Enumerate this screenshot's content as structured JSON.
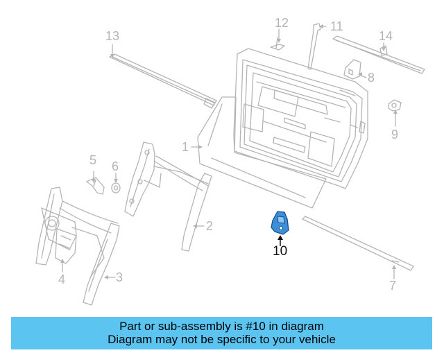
{
  "callouts": {
    "c1": "1",
    "c2": "2",
    "c3": "3",
    "c4": "4",
    "c5": "5",
    "c6": "6",
    "c7": "7",
    "c8": "8",
    "c9": "9",
    "c10": "10",
    "c11": "11",
    "c12": "12",
    "c13": "13",
    "c14": "14"
  },
  "highlighted_part": "10",
  "banner": {
    "line1": "Part or sub-assembly is #10 in diagram",
    "line2": "Diagram may not be specific to your vehicle"
  },
  "colors": {
    "line_art": "#b4b4b4",
    "highlight": "#3a8fd8",
    "banner_bg": "#5bc4f1"
  }
}
